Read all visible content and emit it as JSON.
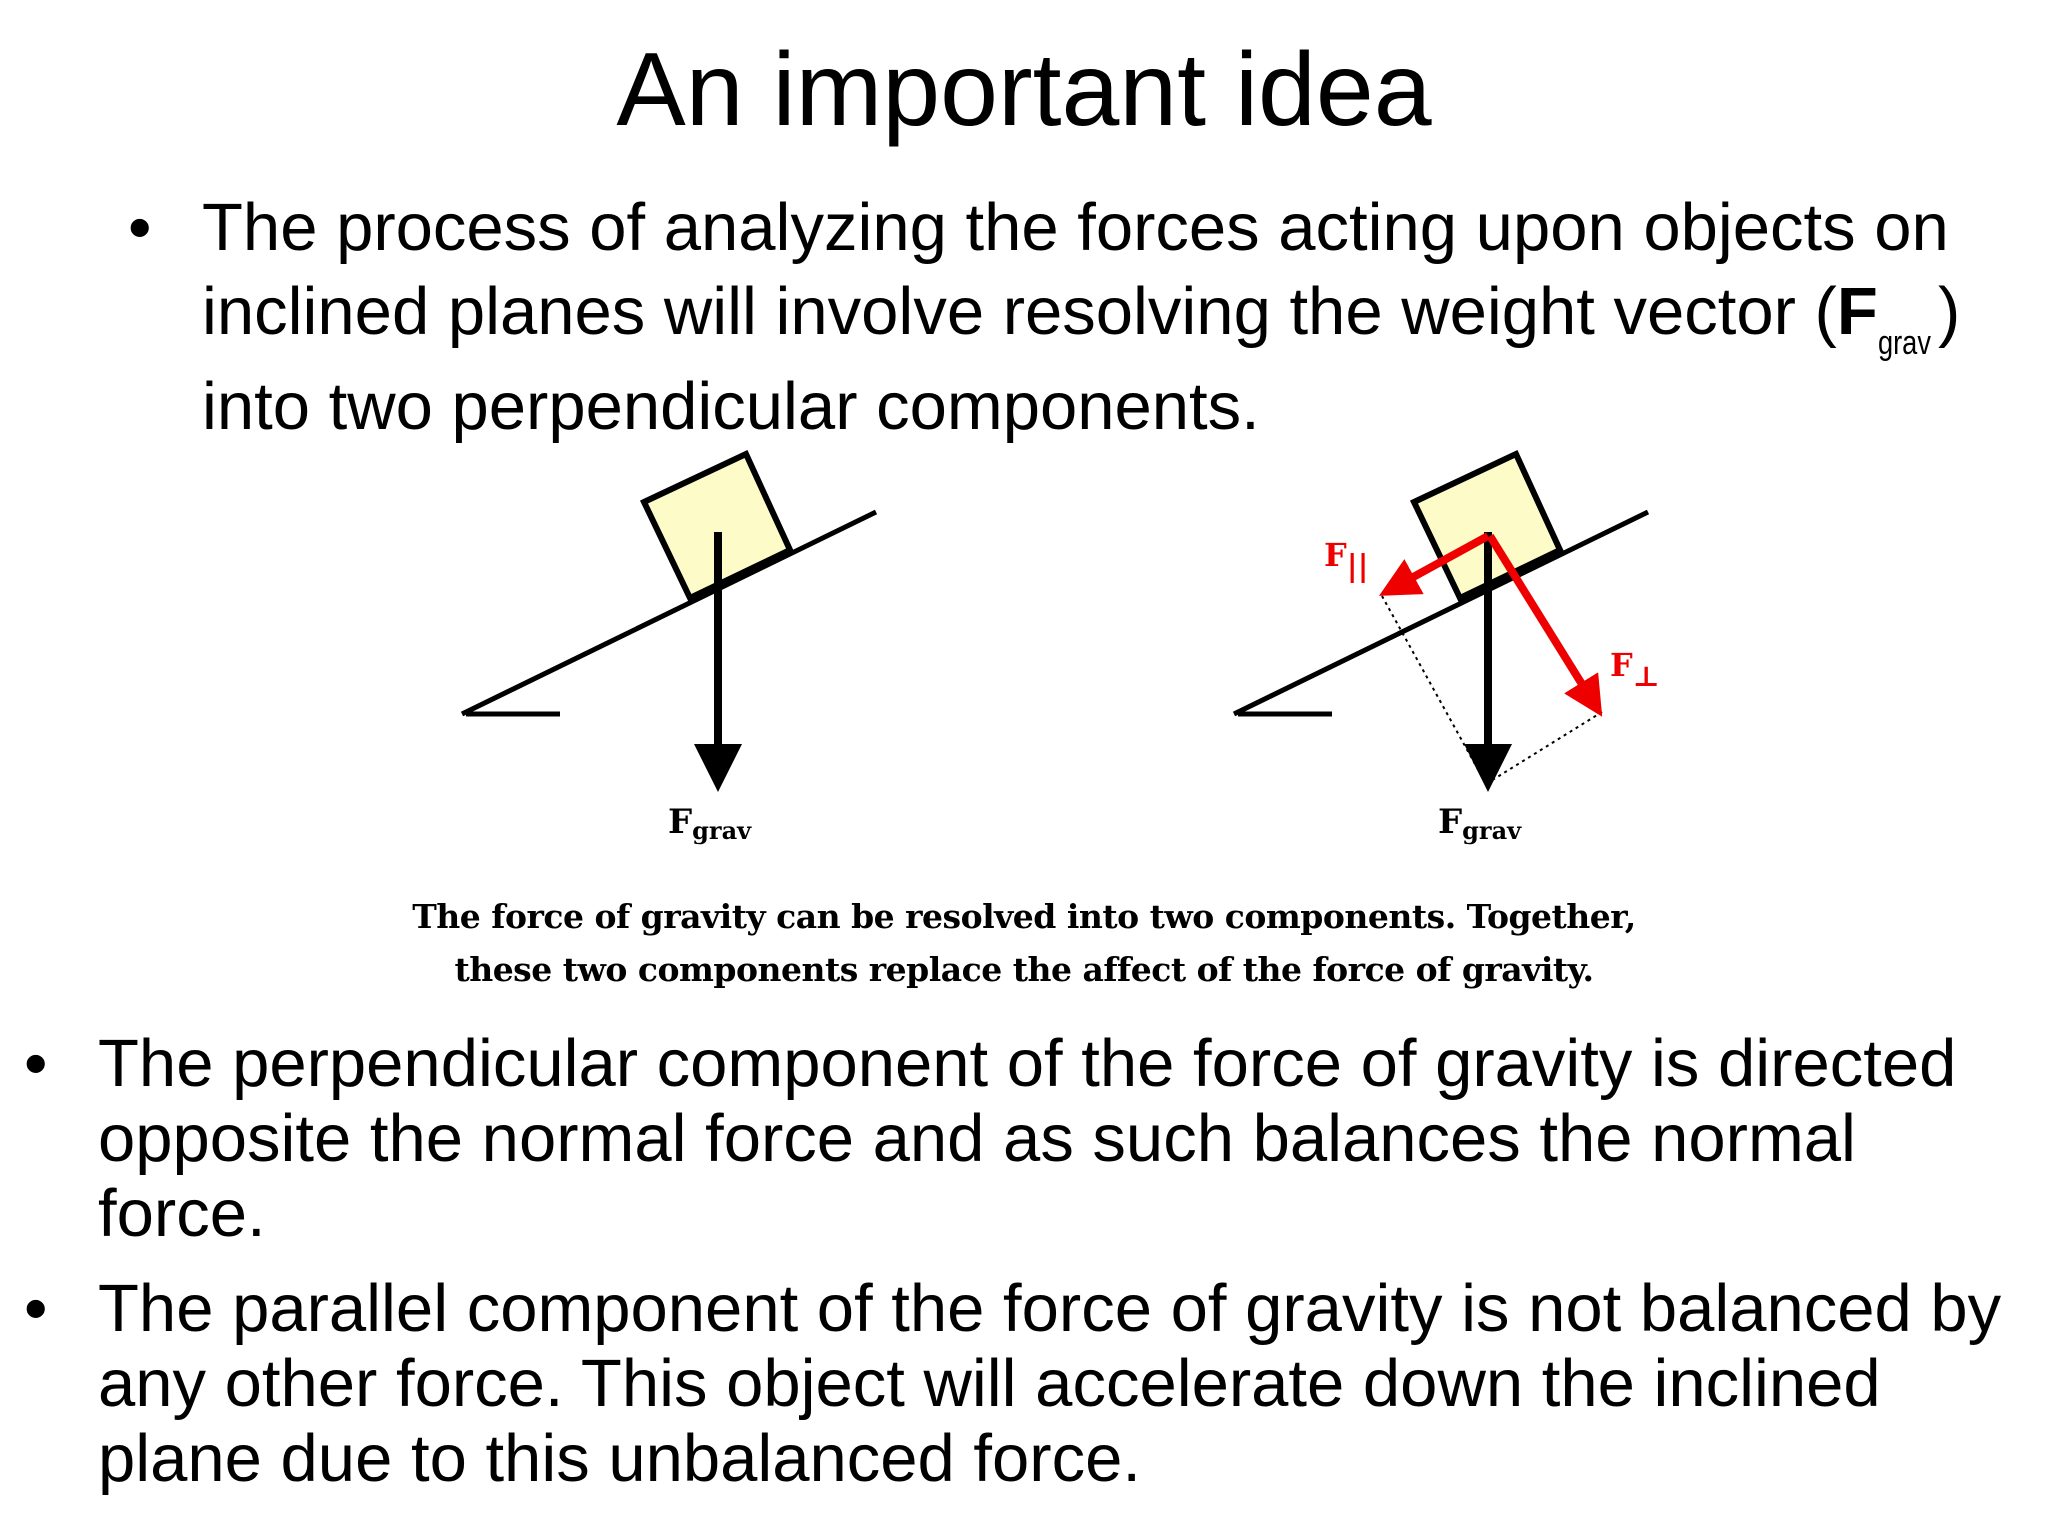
{
  "title": "An important idea",
  "bullets": {
    "b1": {
      "symbol": "•",
      "text_before": "The process of analyzing the forces acting upon objects on inclined planes will involve resolving the weight vector (",
      "f": "F",
      "sub": "grav",
      "text_after": ") into two perpendicular components."
    },
    "b2": {
      "symbol": "•",
      "text": "The perpendicular component of the force of gravity is directed opposite the normal force and as such balances the normal force."
    },
    "b3": {
      "symbol": "•",
      "text": "The parallel component of the force of gravity is not balanced by any other force. This object will accelerate down the inclined plane due to this unbalanced force."
    }
  },
  "diagram": {
    "left_label_f": "F",
    "left_label_sub": "grav",
    "right_label_f": "F",
    "right_label_sub": "grav",
    "parallel_f": "F",
    "parallel_sub": "||",
    "perp_f": "F",
    "perp_sub": "⊥",
    "colors": {
      "block_fill": "#fdfbc8",
      "component_arrow": "#ee0000",
      "weight_arrow": "#000000"
    }
  },
  "caption": {
    "line1": "The force of gravity can be resolved into two components. Together,",
    "line2": "these two components replace the affect of the  force of gravity."
  }
}
